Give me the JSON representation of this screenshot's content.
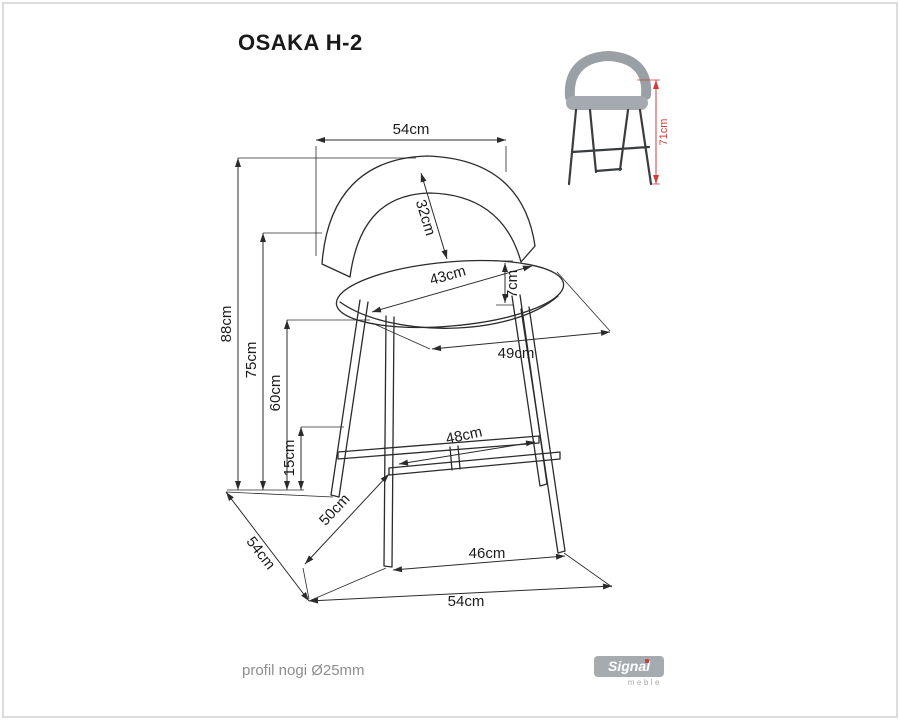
{
  "page": {
    "title": "OSAKA H-2",
    "footnote": "profil nogi Ø25mm"
  },
  "logo": {
    "brand": "Signal",
    "sub": "meble"
  },
  "colors": {
    "line": "#2b2b2b",
    "dimension_red": "#d03c3c",
    "logo_grey": "#a6abaf"
  },
  "dims": {
    "top_width": "54cm",
    "backrest_height": "32cm",
    "seat_depth": "43cm",
    "seat_thickness": "7cm",
    "seat_width": "49cm",
    "total_height": "88cm",
    "seat_height": "75cm",
    "underseat_height": "60cm",
    "footrest_height": "15cm",
    "footrest_width": "48cm",
    "leg_span_depth": "50cm",
    "base_depth": "54cm",
    "front_leg_span": "46cm",
    "base_width": "54cm",
    "photo_total_height": "71cm"
  }
}
